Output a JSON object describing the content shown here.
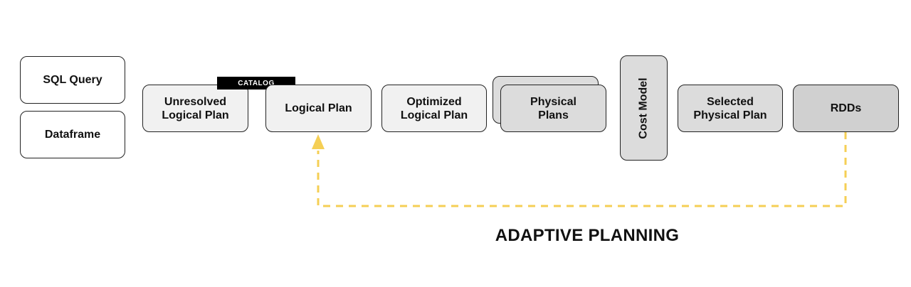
{
  "boxes": {
    "sql_query": "SQL Query",
    "dataframe": "Dataframe",
    "unresolved_logical_plan": "Unresolved\nLogical Plan",
    "logical_plan": "Logical Plan",
    "optimized_logical_plan": "Optimized\nLogical Plan",
    "physical_plans": "Physical\nPlans",
    "cost_model": "Cost Model",
    "selected_physical_plan": "Selected\nPhysical Plan",
    "rdds": "RDDs"
  },
  "catalog_tag": "CATALOG",
  "feedback_label": "ADAPTIVE PLANNING",
  "colors": {
    "feedback_arrow": "#f5cf55",
    "catalog_tag_bg": "#000000",
    "box_border": "#222222",
    "light_box": "#f1f1f1",
    "dark_box": "#d0d0d0"
  }
}
